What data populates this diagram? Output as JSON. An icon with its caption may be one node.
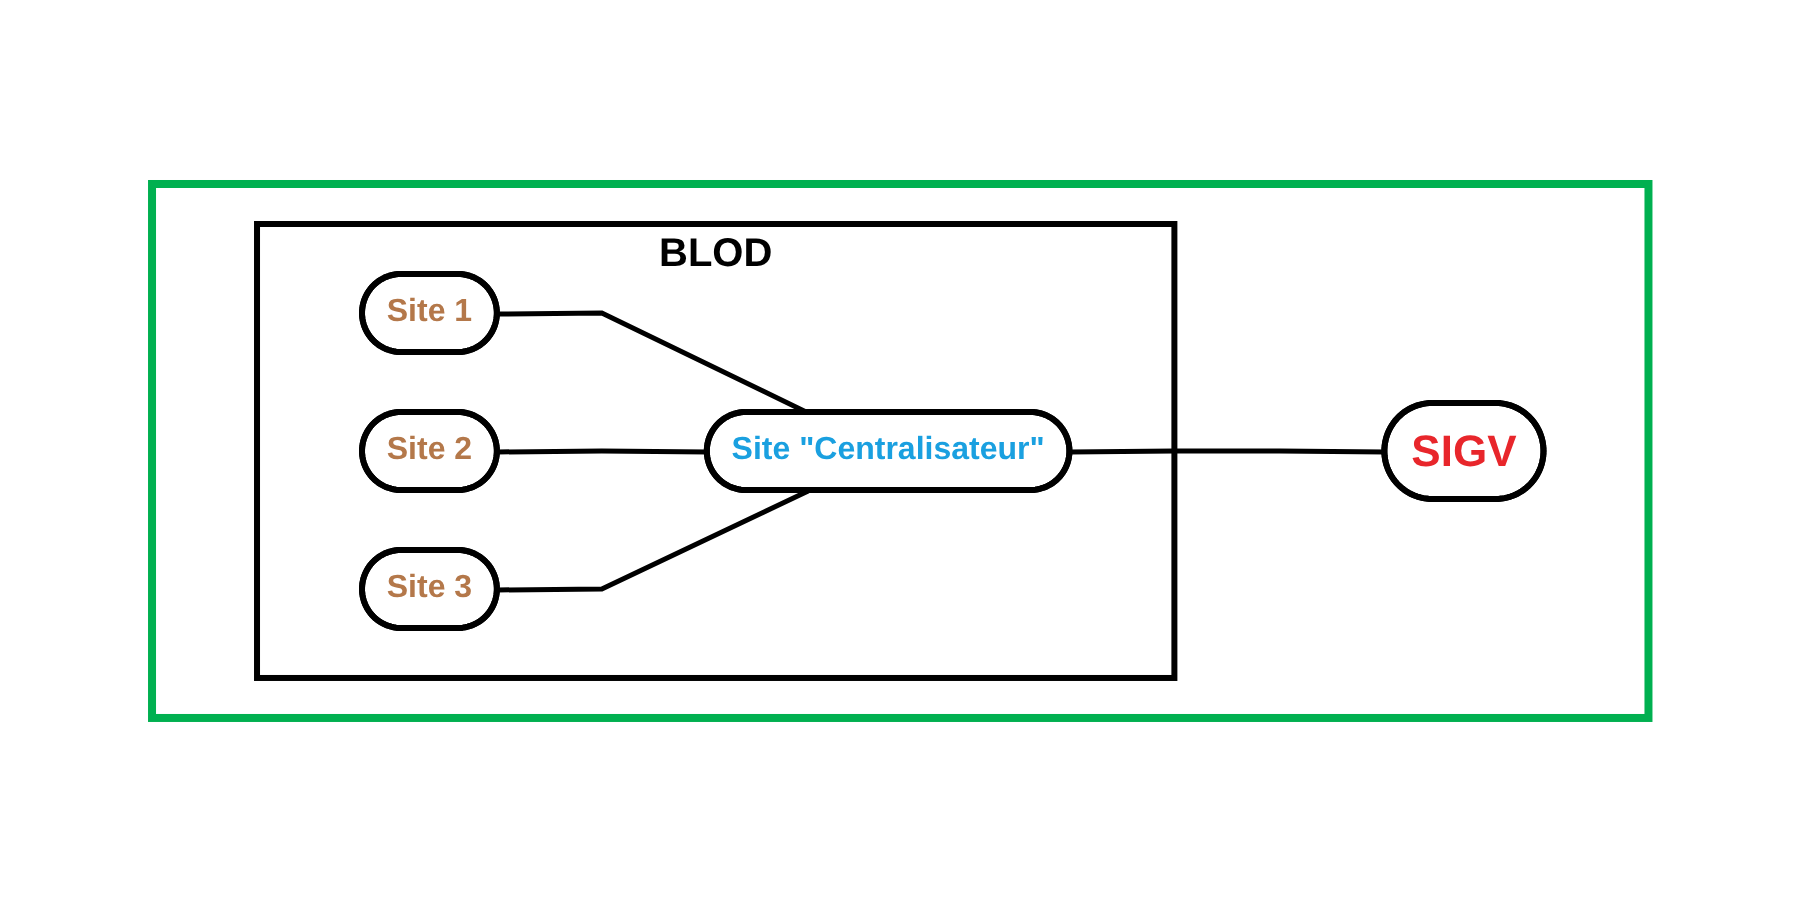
{
  "diagram": {
    "nodes": [
      {
        "text": [],
        "shape": "box"
      },
      {
        "text": [
          "BLOD"
        ],
        "in": 0
      },
      {
        "text": [
          "Site 1"
        ],
        "in": 1
      },
      {
        "text": [
          "Site 2"
        ],
        "in": 1
      },
      {
        "text": [
          "Site 3"
        ],
        "in": 1
      },
      {
        "text": [
          "Site \"Centralisateur\""
        ],
        "in": 1
      },
      {
        "text": [
          "SIGV"
        ],
        "in": 0
      }
    ],
    "edges": [
      {
        "from": 2,
        "to": 5,
        "arrow": "none"
      },
      {
        "from": 3,
        "to": 5,
        "arrow": "none"
      },
      {
        "from": 4,
        "to": 5,
        "arrow": "none"
      },
      {
        "from": 5,
        "to": 6,
        "arrow": "none"
      }
    ]
  }
}
